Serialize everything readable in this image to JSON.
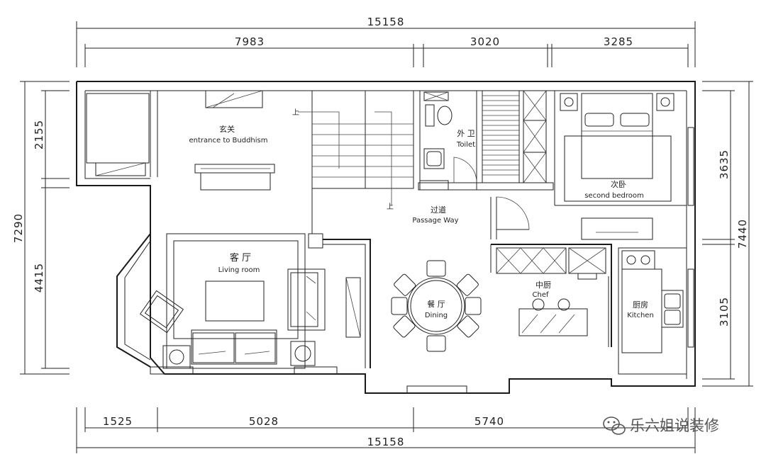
{
  "dimensions": {
    "top_total": "15158",
    "top_a": "7983",
    "top_b": "3020",
    "top_c": "3285",
    "bottom_a": "1525",
    "bottom_b": "5028",
    "bottom_c": "5740",
    "bottom_total": "15158",
    "left_total": "7290",
    "left_a": "2155",
    "left_b": "4415",
    "right_total": "7440",
    "right_a": "3635",
    "right_b": "3105"
  },
  "rooms": {
    "entrance_cn": "玄关",
    "entrance_en": "entrance to Buddhism",
    "toilet_cn": "外 卫",
    "toilet_en": "Toilet",
    "bedroom_cn": "次卧",
    "bedroom_en": "second bedroom",
    "passage_cn": "过道",
    "passage_en": "Passage Way",
    "living_cn": "客 厅",
    "living_en": "Living room",
    "dining_cn": "餐 厅",
    "dining_en": "Dining",
    "chef_cn": "中厨",
    "chef_en": "Chef",
    "kitchen_cn": "厨房",
    "kitchen_en": "Kitchen"
  },
  "stairs": {
    "up_mark_1": "上",
    "up_mark_2": "上"
  },
  "watermark": {
    "text": "乐六姐说装修",
    "icon": "wechat-icon"
  }
}
